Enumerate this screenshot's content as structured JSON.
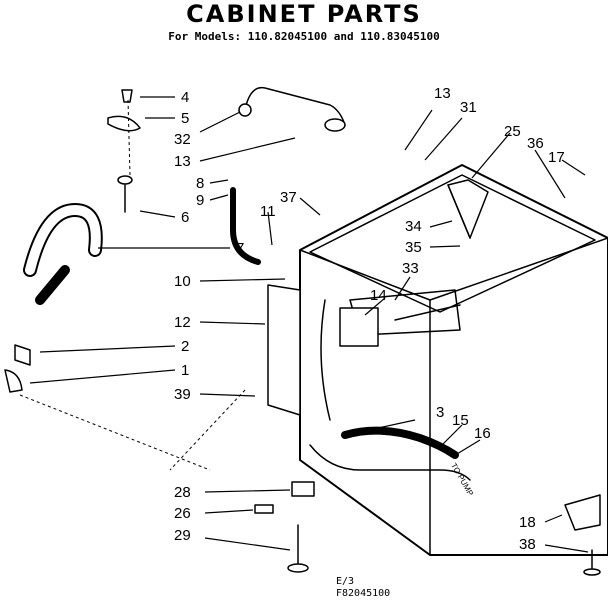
{
  "title": "CABINET PARTS",
  "subtitle": "For Models: 110.82045100 and 110.83045100",
  "part_labels": {
    "p4": "4",
    "p5": "5",
    "p32": "32",
    "p13a": "13",
    "p8": "8",
    "p9": "9",
    "p6": "6",
    "p37": "37",
    "p11": "11",
    "p7": "7",
    "p10": "10",
    "p12": "12",
    "p2": "2",
    "p1": "1",
    "p39": "39",
    "p13b": "13",
    "p31": "31",
    "p25": "25",
    "p36": "36",
    "p17": "17",
    "p34": "34",
    "p35": "35",
    "p33": "33",
    "p14": "14",
    "p3": "3",
    "p15": "15",
    "p16": "16",
    "p28": "28",
    "p26": "26",
    "p29": "29",
    "p18": "18",
    "p38": "38"
  },
  "pump_note": "TO PUMP",
  "footer": {
    "line1": "E/3",
    "line2": "F82045100"
  }
}
